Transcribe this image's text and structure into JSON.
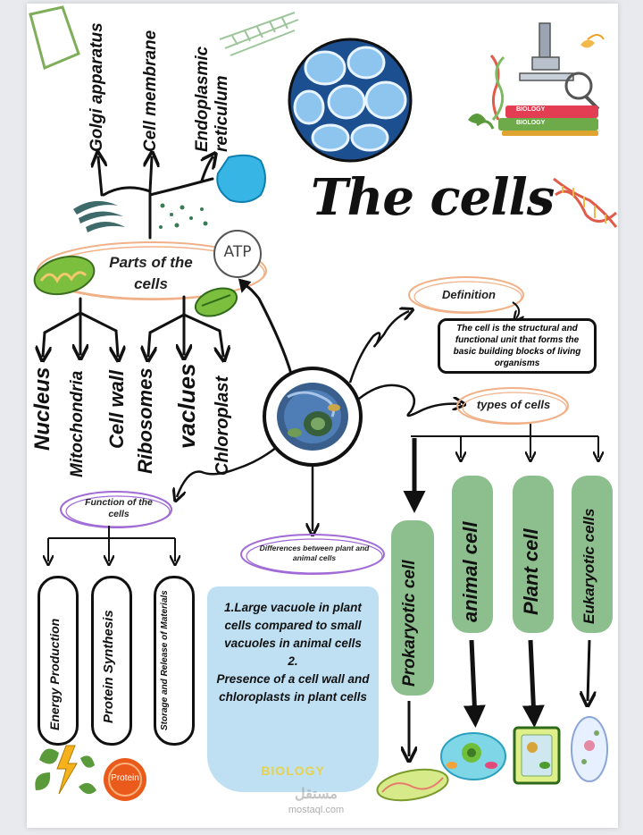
{
  "title": "The cells",
  "organelles_top": [
    "Golgi apparatus",
    "Cell membrane",
    "Endoplasmic reticulum"
  ],
  "parts_label": "Parts of the cells",
  "atp_label": "ATP",
  "parts_bottom": [
    "Nucleus",
    "Mitochondria",
    "Cell wall",
    "Ribosomes",
    "vaclues",
    "Chloroplast"
  ],
  "definition": {
    "label": "Definition",
    "text": "The cell is the structural and functional  unit that forms the basic building blocks of living organisms"
  },
  "types": {
    "label": "types of cells",
    "items": [
      "Prokaryotic cell",
      "animal cell",
      "Plant cell",
      "Eukaryotic cells"
    ]
  },
  "functions": {
    "label": "Function of the cells",
    "items": [
      "Energy Production",
      "Protein Synthesis",
      "Storage and Release of Materials"
    ]
  },
  "differences": {
    "label": "Differences between plant and animal cells",
    "point1": "1.Large vacuole in plant cells compared to small vacuoles in animal cells",
    "point2_num": "2.",
    "point2": "Presence of a cell wall and chloroplasts in plant cells"
  },
  "book_labels": [
    "BIOLOGY",
    "BIOLOGY"
  ],
  "protein_label": "Protein",
  "biology_logo": "BIOLOGY",
  "watermark": {
    "arabic": "مستقل",
    "latin": "mostaql.com"
  },
  "colors": {
    "green": "#8dbf8e",
    "blue_box": "#bfe0f2",
    "orange_oval": "#f1b188",
    "purple_oval": "#a06bd6"
  }
}
